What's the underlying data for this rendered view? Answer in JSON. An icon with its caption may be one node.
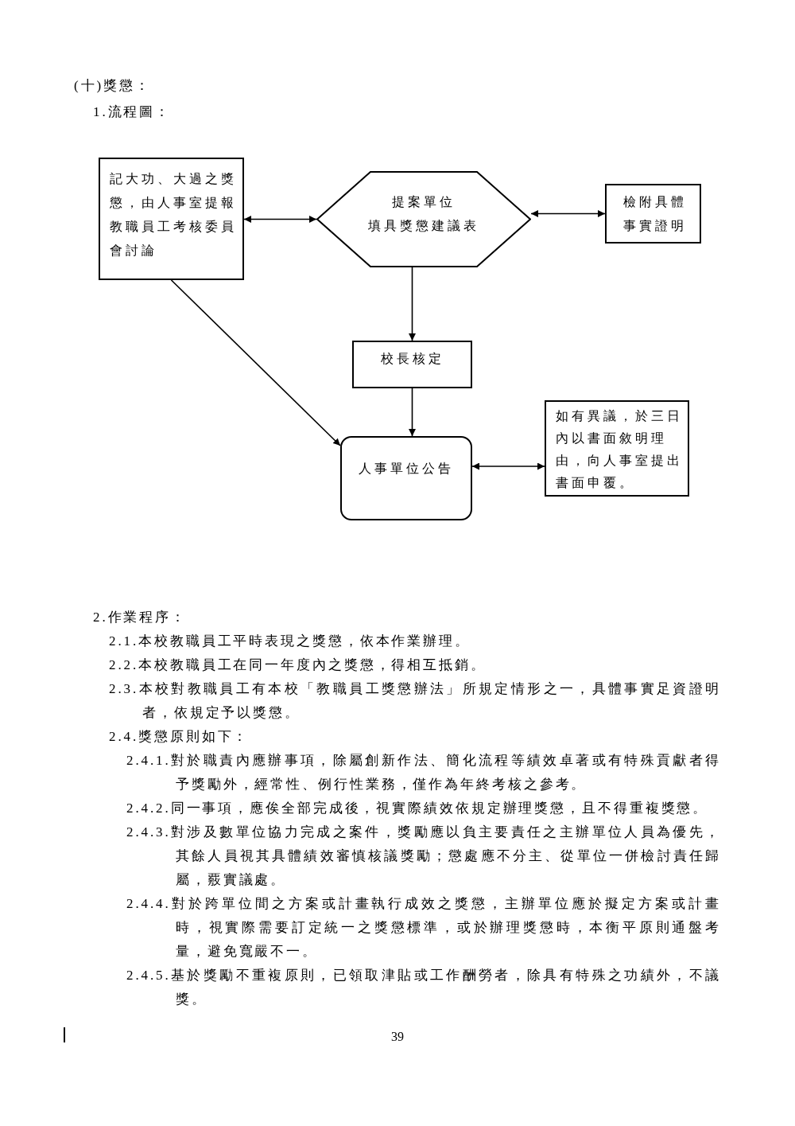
{
  "diagram": {
    "nodes": [
      {
        "text": [
          "記大功、大過之獎懲，由人事室提報教職員工考核委員會討論"
        ]
      },
      {
        "text": [
          "提案單位",
          "填具獎懲建議表"
        ]
      },
      {
        "text": [
          "檢附具體事實證明"
        ]
      },
      {
        "text": [
          "校長核定"
        ]
      },
      {
        "text": [
          "人事單位公告"
        ]
      },
      {
        "text": [
          "如有異議，於三日內以書面敘明理由，向人事室提出書面申覆。"
        ]
      }
    ],
    "edges": [
      {
        "from": 0,
        "to": 1,
        "arrow": "both"
      },
      {
        "from": 1,
        "to": 2,
        "arrow": "both"
      },
      {
        "from": 1,
        "to": 3,
        "arrow": "to"
      },
      {
        "from": 3,
        "to": 4,
        "arrow": "to"
      },
      {
        "from": 0,
        "to": 4,
        "arrow": "to"
      },
      {
        "from": 4,
        "to": 5,
        "arrow": "both"
      }
    ],
    "labels": [
      "(十)獎懲：",
      "1.流程圖：",
      "2.作業程序：",
      "2.1.本校教職員工平時表現之獎懲，依本作業辦理。",
      "2.2.本校教職員工在同一年度內之獎懲，得相互抵銷。",
      "2.3.本校對教職員工有本校「教職員工獎懲辦法」所規定情形之一，具體事實足資證明者，依規定予以獎懲。",
      "2.4.獎懲原則如下：",
      "2.4.1.對於職責內應辦事項，除屬創新作法、簡化流程等績效卓著或有特殊貢獻者得予獎勵外，經常性、例行性業務，僅作為年終考核之參考。",
      "2.4.2.同一事項，應俟全部完成後，視實際績效依規定辦理獎懲，且不得重複獎懲。",
      "2.4.3.對涉及數單位協力完成之案件，獎勵應以負主要責任之主辦單位人員為優先，其餘人員視其具體績效審慎核議獎勵；懲處應不分主、從單位一併檢討責任歸屬，覈實議處。",
      "2.4.4.對於跨單位間之方案或計畫執行成效之獎懲，主辦單位應於擬定方案或計畫時，視實際需要訂定統一之獎懲標準，或於辦理獎懲時，本衡平原則通盤考量，避免寬嚴不一。",
      "2.4.5.基於獎勵不重複原則，已領取津貼或工作酬勞者，除具有特殊之功績外，不議獎。",
      "39"
    ]
  }
}
